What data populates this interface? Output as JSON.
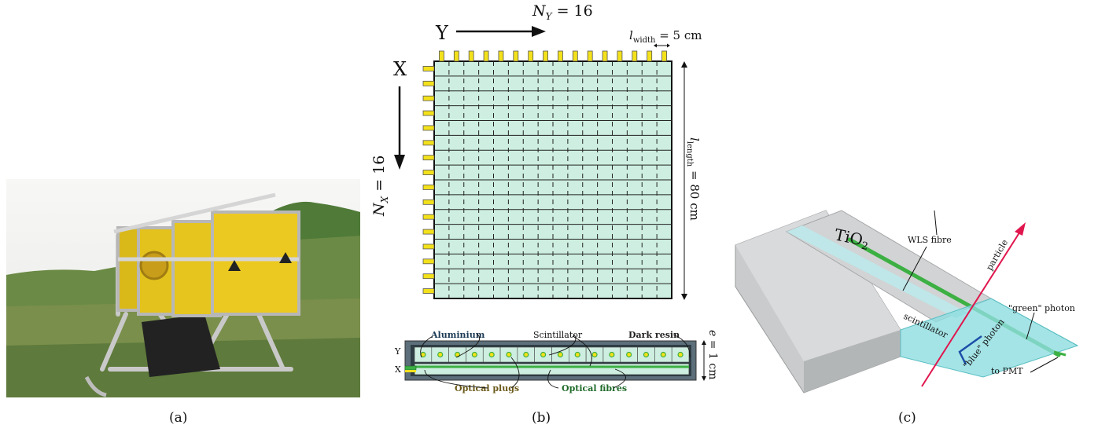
{
  "captions": {
    "a": "(a)",
    "b": "(b)",
    "c": "(c)"
  },
  "panel_b": {
    "ny_label": "N_Y = 16",
    "nx_label": "N_X = 16",
    "y_axis": "Y",
    "x_axis": "X",
    "width_label": "l_width = 5 cm",
    "length_label": "l_length = 80 cm",
    "thickness_label": "e = 1 cm",
    "n_strips": 16,
    "cross_section": {
      "aluminium": "Aluminium",
      "scintillator": "Scintillator",
      "dark_resin": "Dark resin",
      "optical_plugs": "Optical plugs",
      "optical_fibres": "Optical fibres",
      "row_y": "Y",
      "row_x": "X"
    },
    "colors": {
      "scint": "#cdeee0",
      "pad": "#f3e11b",
      "fibre": "#3cb043",
      "aluminium": "#5c6f7a"
    }
  },
  "panel_c": {
    "tio2": "TiO2",
    "wls": "WLS fibre",
    "particle": "particle",
    "scintillator": "scintillator",
    "green_photon": "\"green\" photon",
    "blue_photon": "\"blue\" photon",
    "to_pmt": "to PMT"
  }
}
